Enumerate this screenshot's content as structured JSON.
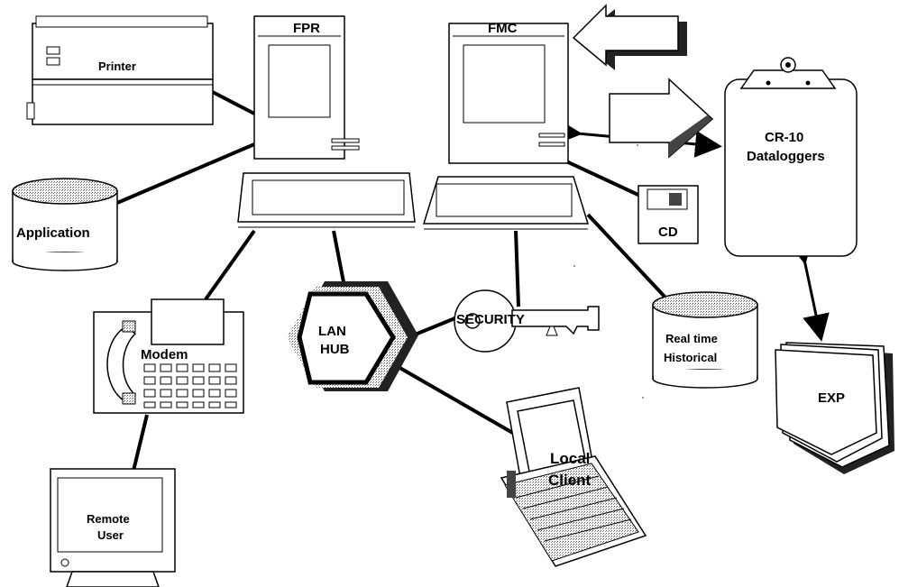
{
  "labels": {
    "printer": "Printer",
    "fpr": "FPR",
    "fmc": "FMC",
    "application": "Application",
    "cr10_line1": "CR-10",
    "cr10_line2": "Dataloggers",
    "cd": "CD",
    "modem": "Modem",
    "lan_line1": "LAN",
    "lan_line2": "HUB",
    "security": "SECURITY",
    "realtime_line1": "Real time",
    "realtime_line2": "Historical",
    "exp": "EXP",
    "local_line1": "Local",
    "local_line2": "Client",
    "remote_line1": "Remote",
    "remote_line2": "User"
  }
}
